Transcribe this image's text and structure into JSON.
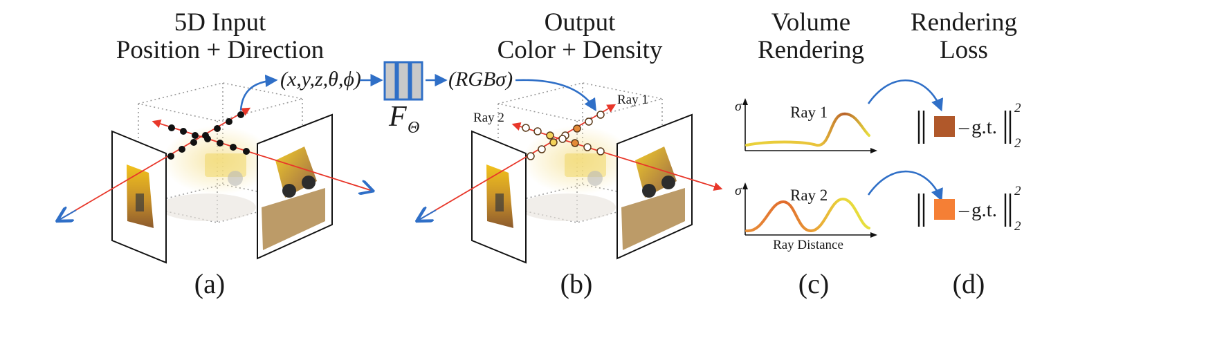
{
  "panels": {
    "a": {
      "title_line1": "5D Input",
      "title_line2": "Position + Direction",
      "label": "(a)",
      "input_tuple": "(x,y,z,θ,ϕ)"
    },
    "network": {
      "symbol": "F",
      "subscript": "Θ"
    },
    "b": {
      "title_line1": "Output",
      "title_line2": "Color + Density",
      "label": "(b)",
      "output_tuple": "(RGBσ)",
      "ray1_label": "Ray 1",
      "ray2_label": "Ray 2"
    },
    "c": {
      "title_line1": "Volume",
      "title_line2": "Rendering",
      "label": "(c)",
      "sigma_symbol": "σ",
      "plot1_label": "Ray 1",
      "plot2_label": "Ray 2",
      "xaxis_label": "Ray Distance"
    },
    "d": {
      "title_line1": "Rendering",
      "title_line2": "Loss",
      "label": "(d)",
      "minus": "–",
      "gt_label": "g.t.",
      "superscript": "2",
      "subscript": "2",
      "swatch1_color": "#b0582a",
      "swatch2_color": "#f57f35"
    }
  },
  "colors": {
    "ray": "#e8372a",
    "arrow_blue": "#2f6fc7",
    "network_fill": "#c9c9c9",
    "point_fill": "#111111"
  }
}
